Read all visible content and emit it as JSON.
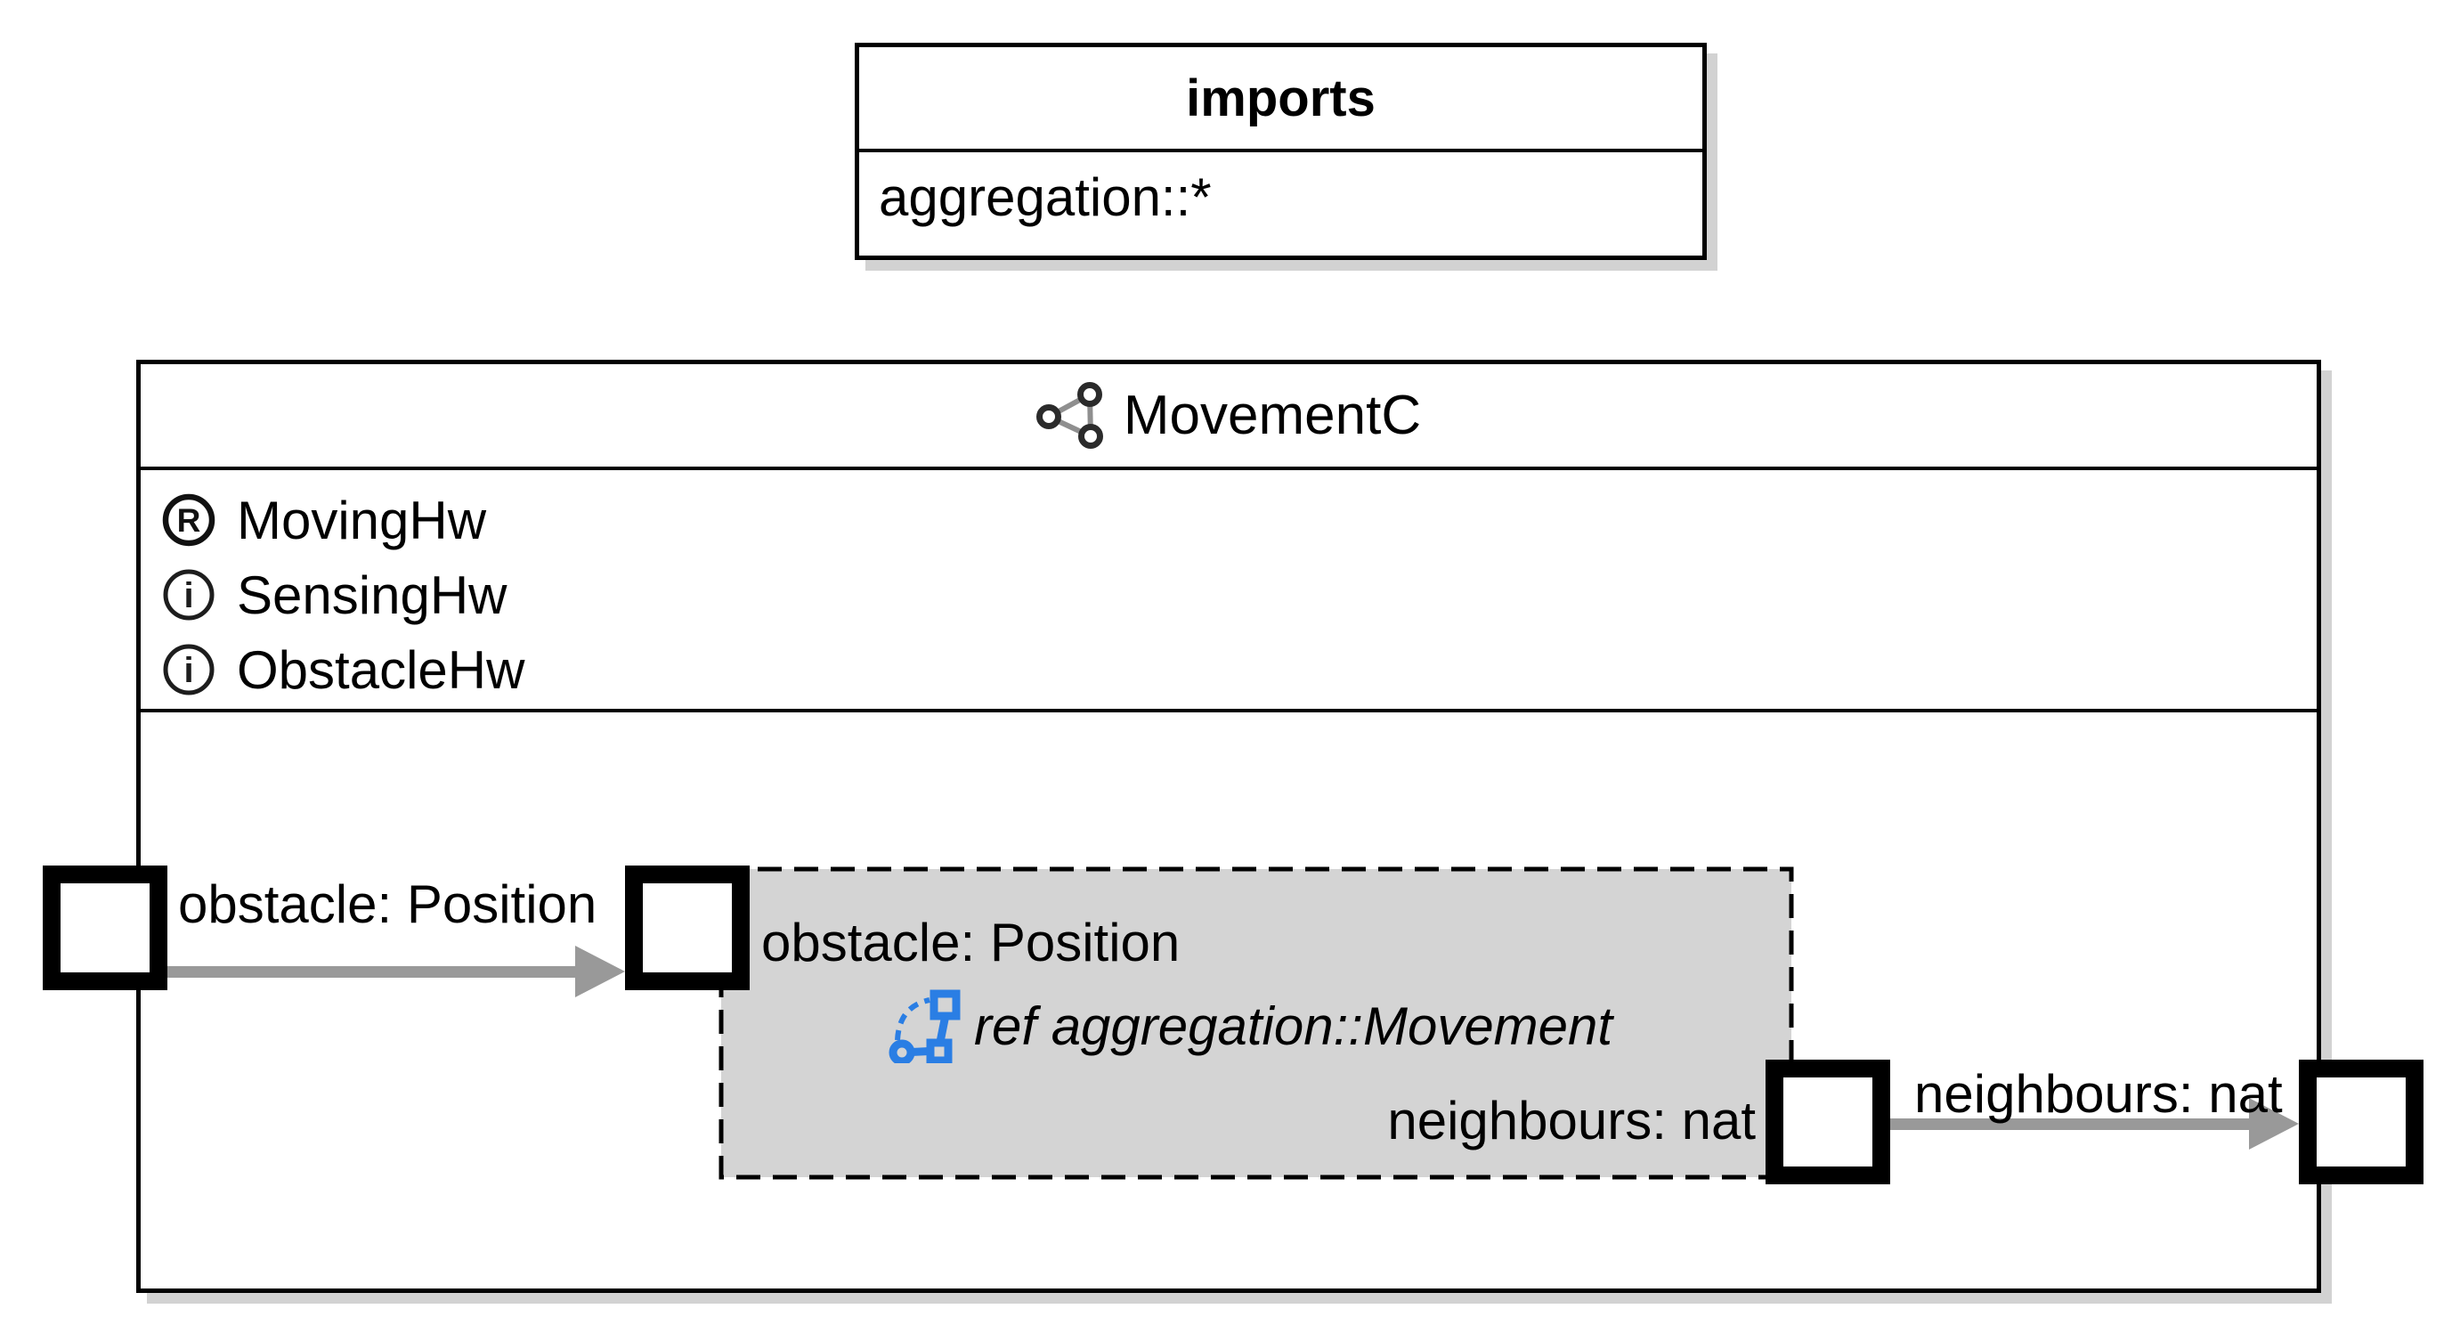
{
  "diagram": {
    "imports_box": {
      "title": "imports",
      "entries": [
        "aggregation::*"
      ]
    },
    "component": {
      "title": "MovementC",
      "declarations": [
        {
          "icon": "registered-icon",
          "name": "MovingHw"
        },
        {
          "icon": "info-icon",
          "name": "SensingHw"
        },
        {
          "icon": "info-icon",
          "name": "ObstacleHw"
        }
      ],
      "reference": {
        "keyword_label": "ref aggregation::Movement",
        "input_port_label": "obstacle: Position",
        "output_port_label": "neighbours: nat"
      },
      "connectors": [
        {
          "label": "obstacle: Position",
          "direction": "right"
        },
        {
          "label": "neighbours: nat",
          "direction": "right"
        }
      ]
    },
    "colors": {
      "reference_fill": "#d4d4d4",
      "arrow": "#999999",
      "ref_icon_blue": "#2a7ee4",
      "box_shadow": "#d2d2d2",
      "border": "#000000"
    }
  }
}
